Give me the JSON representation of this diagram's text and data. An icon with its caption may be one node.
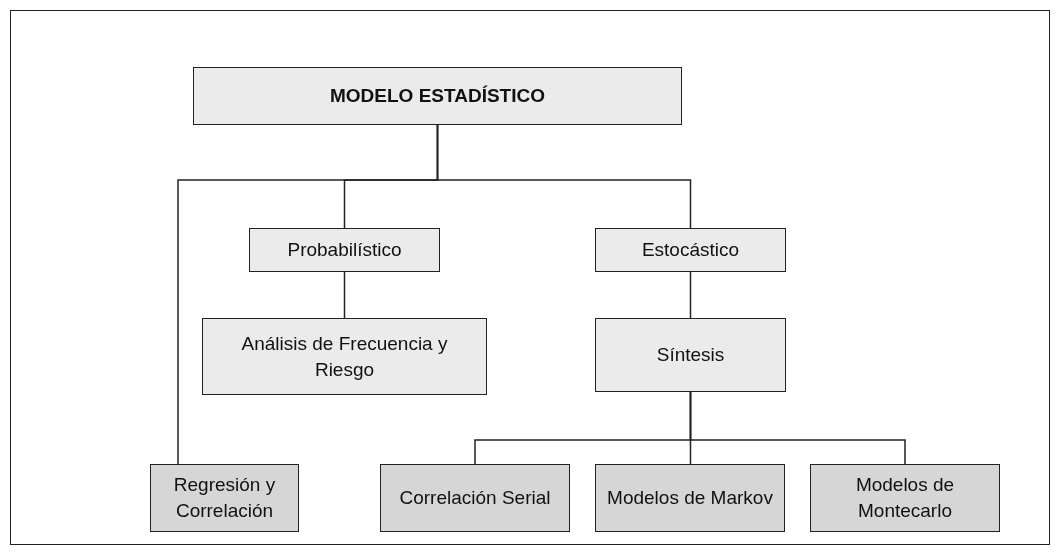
{
  "diagram": {
    "nodes": [
      {
        "text": [
          "MODELO ESTADÍSTICO"
        ]
      },
      {
        "text": [
          "Probabilístico"
        ]
      },
      {
        "text": [
          "Estocástico"
        ]
      },
      {
        "text": [
          "Análisis de Frecuencia y Riesgo"
        ]
      },
      {
        "text": [
          "Síntesis"
        ]
      },
      {
        "text": [
          "Regresión y Correlación"
        ]
      },
      {
        "text": [
          "Correlación Serial"
        ]
      },
      {
        "text": [
          "Modelos de Markov"
        ]
      },
      {
        "text": [
          "Modelos de Montecarlo"
        ]
      }
    ],
    "edges": [
      {
        "from": 0,
        "to": 1,
        "arrow": "none"
      },
      {
        "from": 0,
        "to": 2,
        "arrow": "none"
      },
      {
        "from": 0,
        "to": 5,
        "arrow": "none"
      },
      {
        "from": 1,
        "to": 3,
        "arrow": "none"
      },
      {
        "from": 2,
        "to": 4,
        "arrow": "none"
      },
      {
        "from": 4,
        "to": 6,
        "arrow": "none"
      },
      {
        "from": 4,
        "to": 7,
        "arrow": "none"
      },
      {
        "from": 4,
        "to": 8,
        "arrow": "none"
      }
    ]
  }
}
